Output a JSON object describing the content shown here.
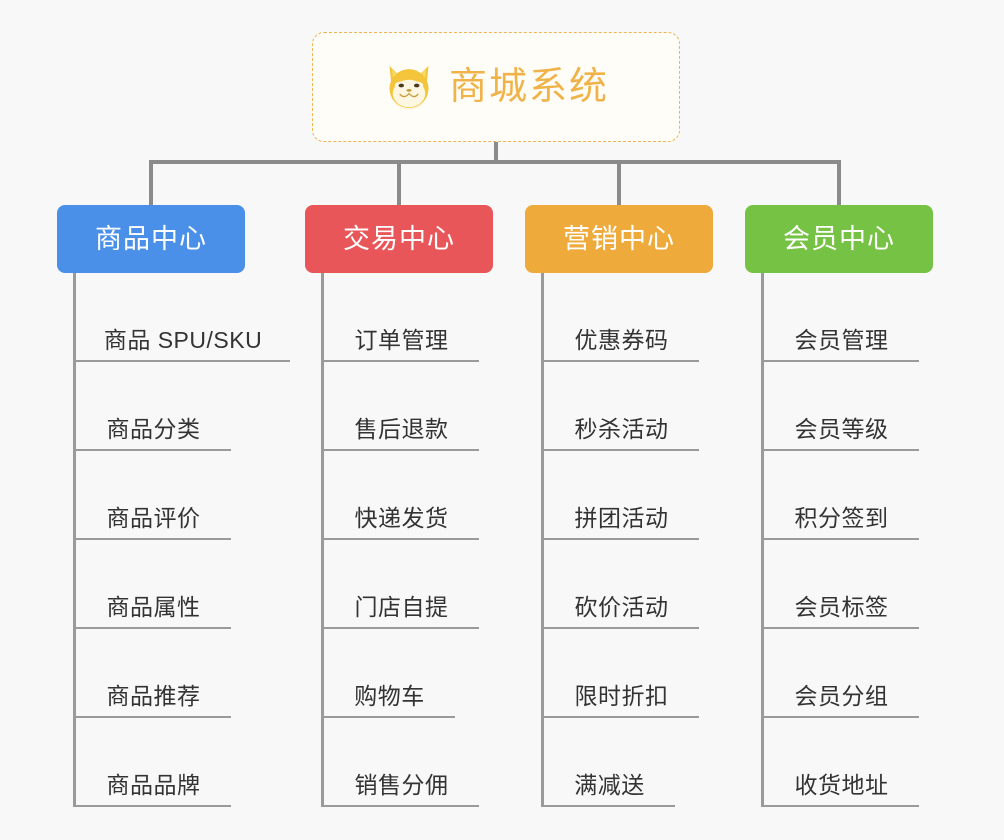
{
  "root": {
    "title": "商城系统",
    "icon": "shiba-dog-icon",
    "border_color": "#f0b44a",
    "text_color": "#f0b34a",
    "background": "#fffdf8"
  },
  "canvas": {
    "background": "#f8f8f8",
    "connector_color": "#8b8b8b"
  },
  "columns": [
    {
      "title": "商品中心",
      "color": "#4a90e8",
      "items": [
        "商品 SPU/SKU",
        "商品分类",
        "商品评价",
        "商品属性",
        "商品推荐",
        "商品品牌"
      ]
    },
    {
      "title": "交易中心",
      "color": "#e8565a",
      "items": [
        "订单管理",
        "售后退款",
        "快递发货",
        "门店自提",
        "购物车",
        "销售分佣"
      ]
    },
    {
      "title": "营销中心",
      "color": "#eeab3c",
      "items": [
        "优惠券码",
        "秒杀活动",
        "拼团活动",
        "砍价活动",
        "限时折扣",
        "满减送"
      ]
    },
    {
      "title": "会员中心",
      "color": "#76c244",
      "items": [
        "会员管理",
        "会员等级",
        "积分签到",
        "会员标签",
        "会员分组",
        "收货地址"
      ]
    }
  ]
}
